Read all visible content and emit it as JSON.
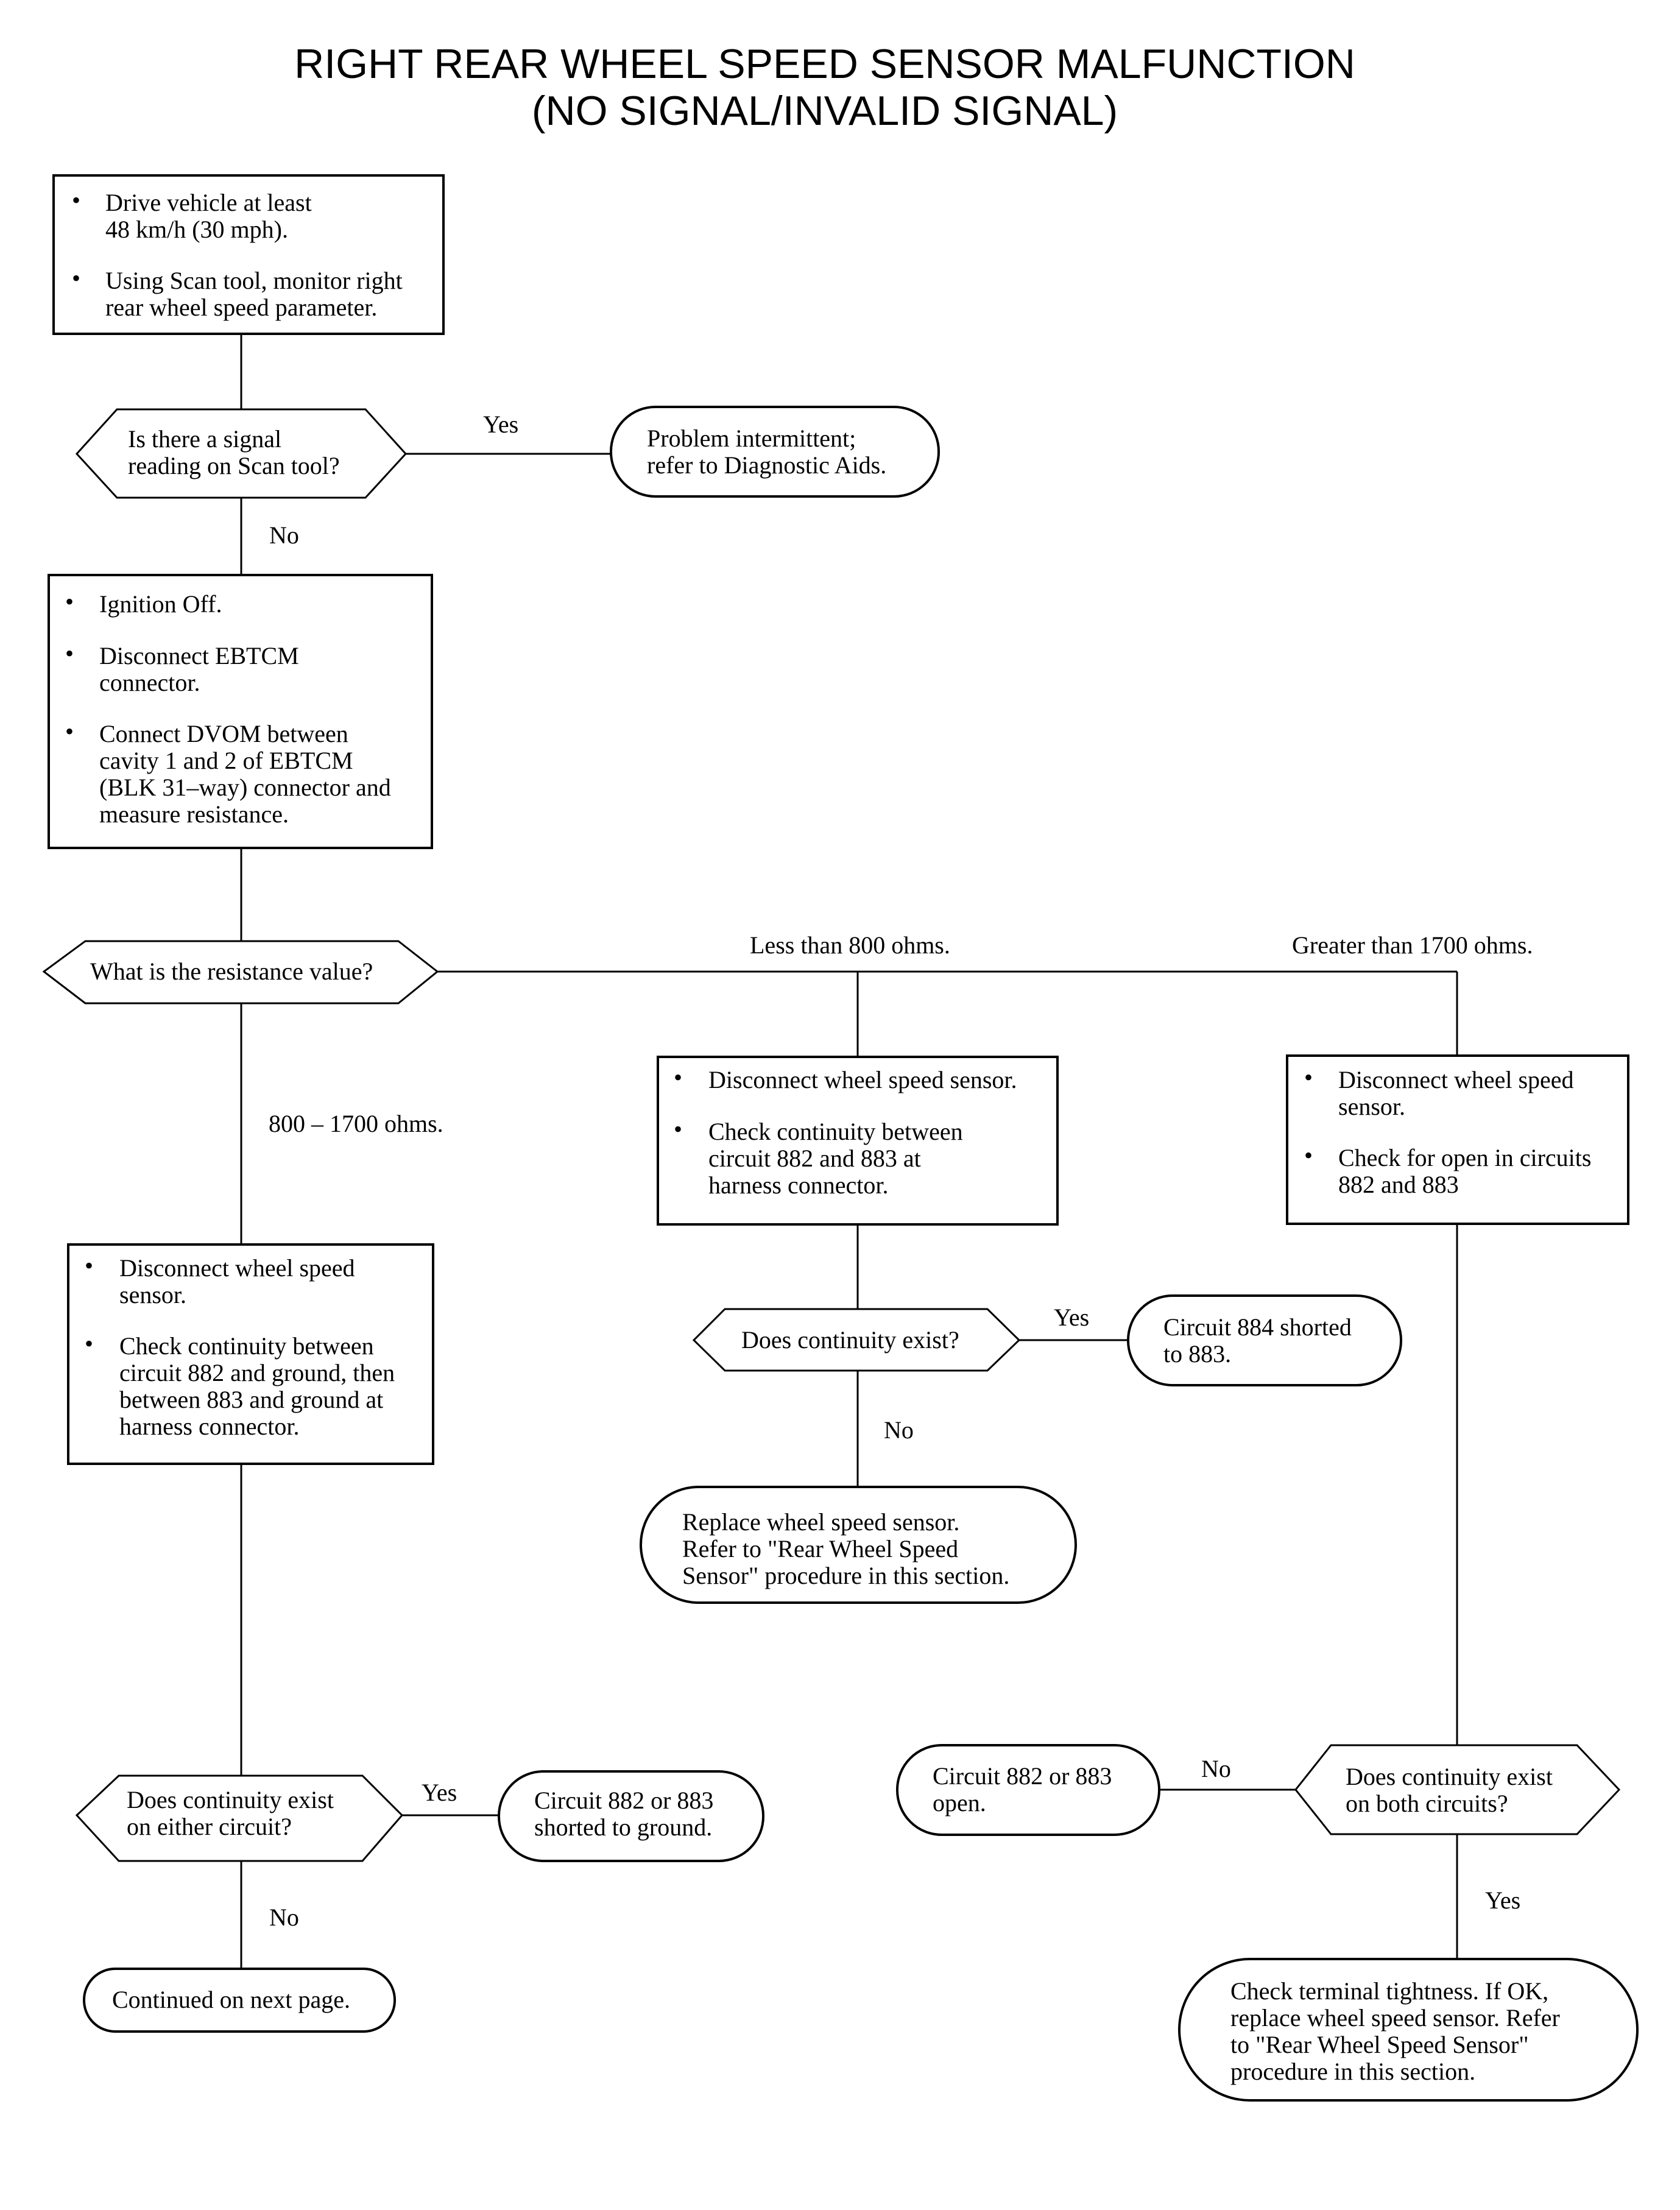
{
  "title": {
    "line1": "RIGHT REAR WHEEL SPEED SENSOR MALFUNCTION",
    "line2": "(NO SIGNAL/INVALID SIGNAL)"
  },
  "steps": {
    "drive_box": {
      "bullet1": [
        "Drive vehicle at least",
        "48 km/h (30 mph)."
      ],
      "bullet2": [
        "Using Scan tool, monitor right",
        "rear wheel speed parameter."
      ]
    },
    "signal_question": [
      "Is there a signal",
      "reading on Scan tool?"
    ],
    "intermittent_result": [
      "Problem intermittent;",
      "refer to Diagnostic Aids."
    ],
    "ignition_box": {
      "bullet1": [
        "Ignition Off."
      ],
      "bullet2": [
        "Disconnect EBTCM",
        "connector."
      ],
      "bullet3": [
        "Connect DVOM between",
        "cavity 1 and 2 of EBTCM",
        "(BLK 31–way) connector and",
        "measure resistance."
      ]
    },
    "resistance_question": [
      "What is the resistance value?"
    ],
    "mid_box": {
      "bullet1": [
        "Disconnect wheel speed sensor."
      ],
      "bullet2": [
        "Check continuity between",
        "circuit 882 and 883 at",
        "harness connector."
      ]
    },
    "right_box": {
      "bullet1": [
        "Disconnect wheel speed",
        "sensor."
      ],
      "bullet2": [
        "Check for open in circuits",
        "882 and 883"
      ]
    },
    "left_box": {
      "bullet1": [
        "Disconnect wheel speed",
        "sensor."
      ],
      "bullet2": [
        "Check continuity between",
        "circuit 882 and ground, then",
        "between 883 and ground at",
        "harness connector."
      ]
    },
    "continuity_mid_question": [
      "Does continuity exist?"
    ],
    "shorted_883_result": [
      "Circuit 884 shorted",
      "to 883."
    ],
    "replace_sensor_result": [
      "Replace wheel speed sensor.",
      "Refer to \"Rear Wheel Speed",
      "Sensor\" procedure in this section."
    ],
    "continuity_left_question": [
      "Does continuity exist",
      "on either circuit?"
    ],
    "shorted_ground_result": [
      "Circuit 882 or 883",
      "shorted to ground."
    ],
    "continued_result": [
      "Continued on next page."
    ],
    "open_result": [
      "Circuit 882 or 883",
      "open."
    ],
    "continuity_right_question": [
      "Does continuity exist",
      "on both circuits?"
    ],
    "terminal_result": [
      "Check terminal tightness. If OK,",
      "replace wheel speed sensor. Refer",
      "to \"Rear Wheel Speed Sensor\"",
      "procedure in this section."
    ]
  },
  "branch_labels": {
    "signal_yes": "Yes",
    "signal_no": "No",
    "less_800": "Less than 800 ohms.",
    "greater_1700": "Greater than 1700 ohms.",
    "range_800_1700": "800 – 1700 ohms.",
    "mid_yes": "Yes",
    "mid_no": "No",
    "left_yes": "Yes",
    "left_no": "No",
    "right_no": "No",
    "right_yes": "Yes"
  }
}
